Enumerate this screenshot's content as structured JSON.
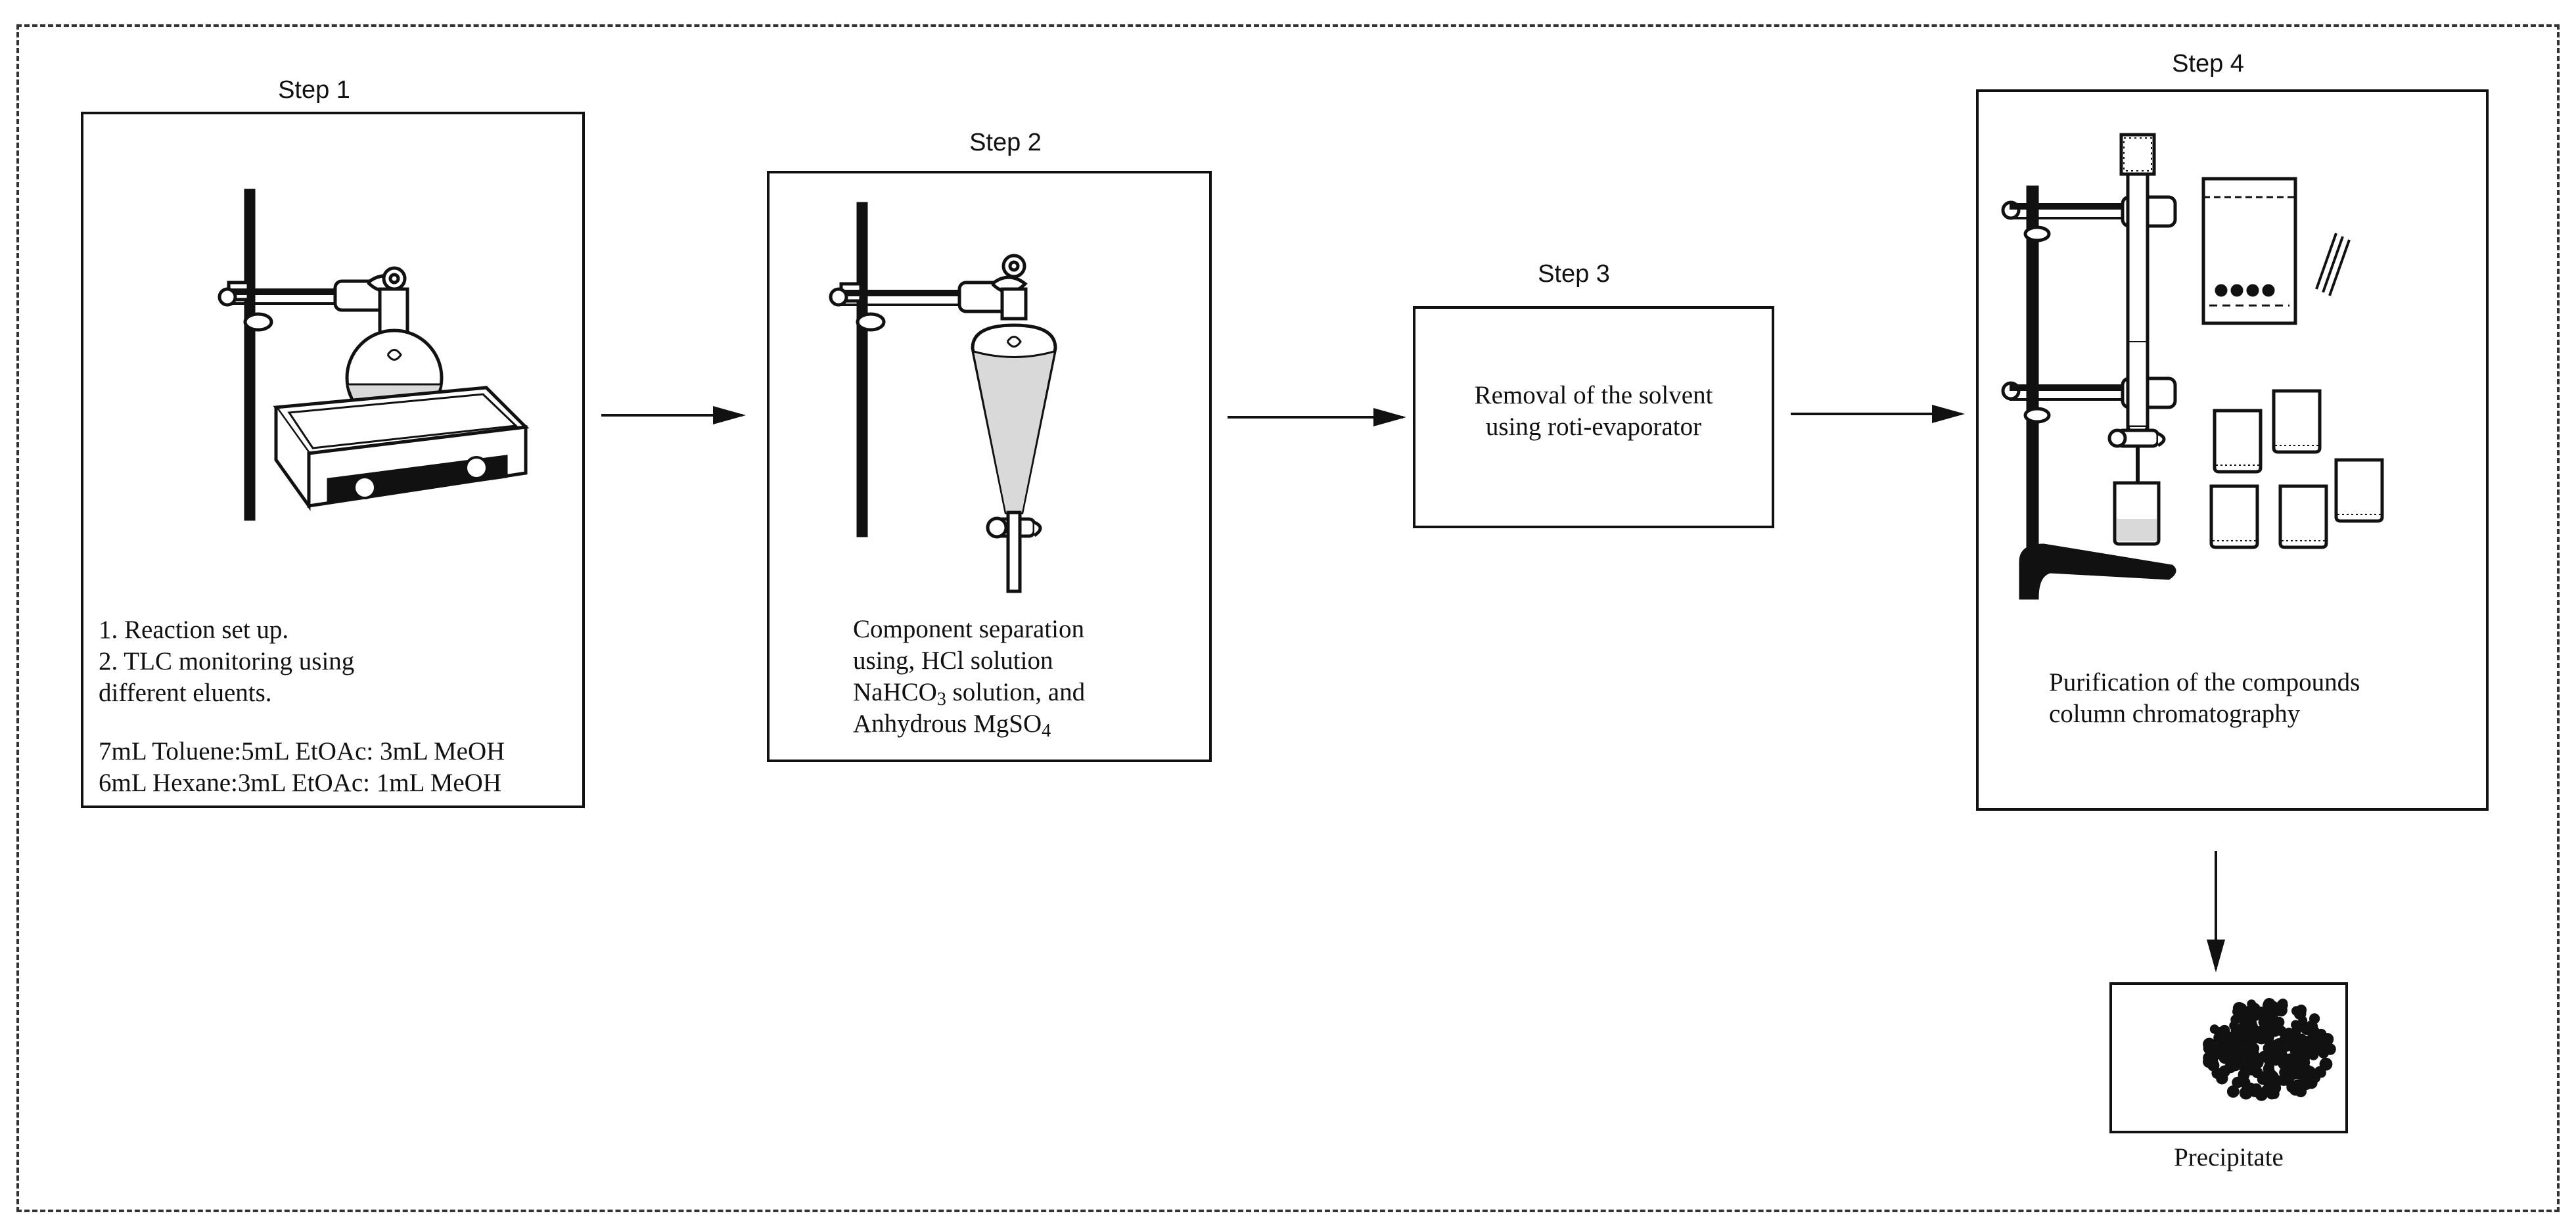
{
  "steps": [
    {
      "label": "Step 1",
      "lines": [
        "1. Reaction set up.",
        "2. TLC monitoring using",
        "different eluents."
      ],
      "eluents": [
        "7mL Toluene:5mL EtOAc: 3mL MeOH",
        "6mL Hexane:3mL EtOAc: 1mL MeOH"
      ]
    },
    {
      "label": "Step 2",
      "line1": "Component separation",
      "line2": "using, HCl solution",
      "line3_pre": "NaHCO",
      "line3_sub": "3",
      "line3_post": " solution, and",
      "line4_pre": "Anhydrous MgSO",
      "line4_sub": "4"
    },
    {
      "label": "Step 3",
      "lines": [
        "Removal of the solvent",
        "using roti-evaporator"
      ]
    },
    {
      "label": "Step 4",
      "lines": [
        "Purification of the compounds",
        "column chromatography"
      ]
    }
  ],
  "result": {
    "label": "Precipitate"
  },
  "colors": {
    "stroke": "#111111",
    "liquid": "#d9d9d9"
  }
}
